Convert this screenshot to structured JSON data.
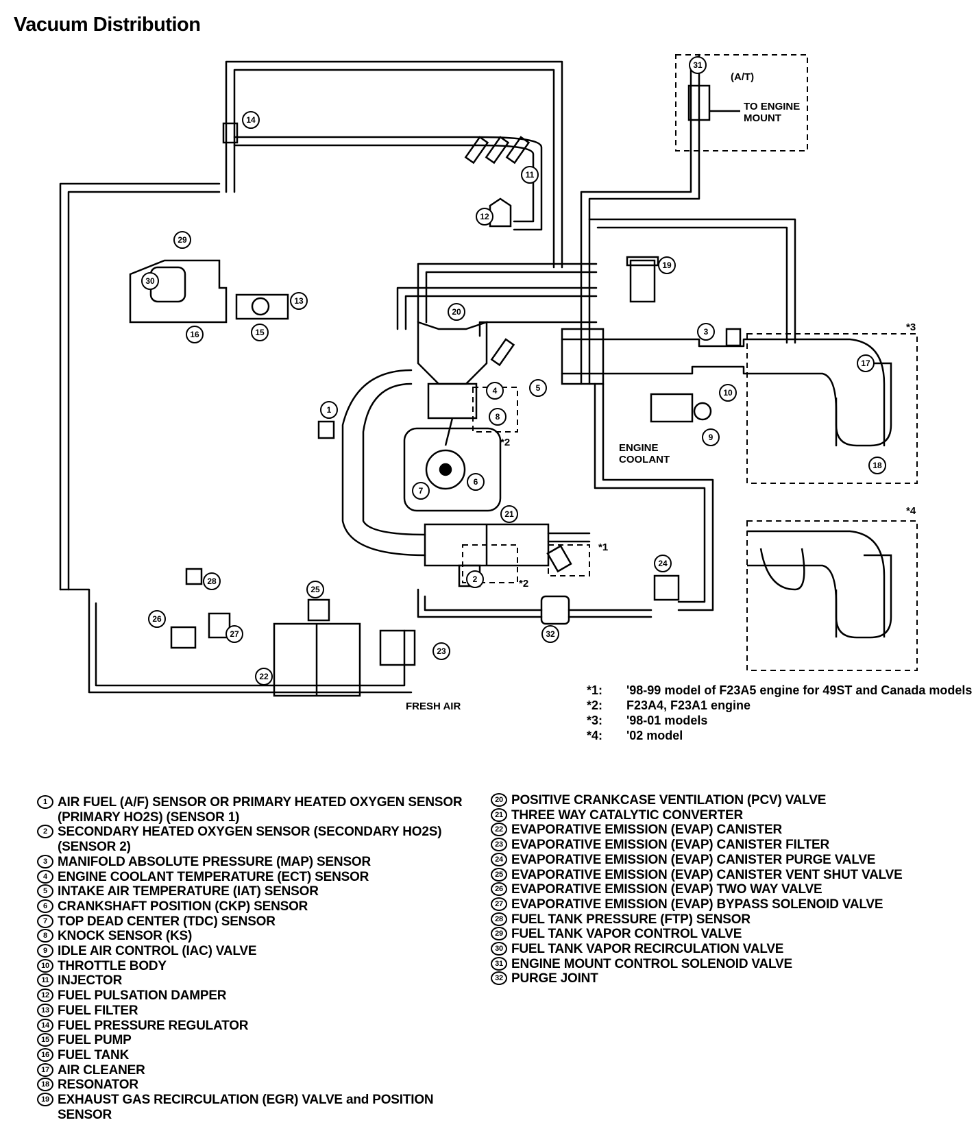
{
  "title": "Vacuum Distribution",
  "callouts": [
    "1",
    "2",
    "3",
    "4",
    "5",
    "6",
    "7",
    "8",
    "9",
    "10",
    "11",
    "12",
    "13",
    "14",
    "15",
    "16",
    "17",
    "18",
    "19",
    "20",
    "21",
    "22",
    "23",
    "24",
    "25",
    "26",
    "27",
    "28",
    "29",
    "30",
    "31",
    "32"
  ],
  "labels": {
    "at": "(A/T)",
    "to_engine_mount_1": "TO ENGINE",
    "to_engine_mount_2": "MOUNT",
    "engine_coolant_1": "ENGINE",
    "engine_coolant_2": "COOLANT",
    "fresh_air": "FRESH AIR",
    "star1": "*1",
    "star2a": "*2",
    "star2b": "*2",
    "star3": "*3",
    "star4": "*4"
  },
  "notes": [
    {
      "key": "*1:",
      "text": "'98-99 model of F23A5 engine for 49ST and Canada models"
    },
    {
      "key": "*2:",
      "text": "F23A4, F23A1 engine"
    },
    {
      "key": "*3:",
      "text": "'98-01 models"
    },
    {
      "key": "*4:",
      "text": "'02 model"
    }
  ],
  "legend_left": [
    {
      "num": "1",
      "text": "AIR FUEL (A/F) SENSOR OR PRIMARY HEATED OXYGEN SENSOR (PRIMARY HO2S) (SENSOR 1)"
    },
    {
      "num": "2",
      "text": "SECONDARY HEATED OXYGEN SENSOR (SECONDARY HO2S) (SENSOR 2)"
    },
    {
      "num": "3",
      "text": "MANIFOLD ABSOLUTE PRESSURE (MAP) SENSOR"
    },
    {
      "num": "4",
      "text": "ENGINE COOLANT TEMPERATURE (ECT) SENSOR"
    },
    {
      "num": "5",
      "text": "INTAKE AIR TEMPERATURE (IAT) SENSOR"
    },
    {
      "num": "6",
      "text": "CRANKSHAFT POSITION (CKP) SENSOR"
    },
    {
      "num": "7",
      "text": "TOP DEAD CENTER (TDC) SENSOR"
    },
    {
      "num": "8",
      "text": "KNOCK SENSOR (KS)"
    },
    {
      "num": "9",
      "text": "IDLE AIR CONTROL (IAC) VALVE"
    },
    {
      "num": "10",
      "text": "THROTTLE BODY"
    },
    {
      "num": "11",
      "text": "INJECTOR"
    },
    {
      "num": "12",
      "text": "FUEL PULSATION DAMPER"
    },
    {
      "num": "13",
      "text": "FUEL FILTER"
    },
    {
      "num": "14",
      "text": "FUEL PRESSURE REGULATOR"
    },
    {
      "num": "15",
      "text": "FUEL PUMP"
    },
    {
      "num": "16",
      "text": "FUEL TANK"
    },
    {
      "num": "17",
      "text": "AIR CLEANER"
    },
    {
      "num": "18",
      "text": "RESONATOR"
    },
    {
      "num": "19",
      "text": "EXHAUST GAS RECIRCULATION (EGR) VALVE and POSITION SENSOR"
    }
  ],
  "legend_right": [
    {
      "num": "20",
      "text": "POSITIVE CRANKCASE VENTILATION (PCV) VALVE"
    },
    {
      "num": "21",
      "text": "THREE WAY CATALYTIC CONVERTER"
    },
    {
      "num": "22",
      "text": "EVAPORATIVE EMISSION (EVAP) CANISTER"
    },
    {
      "num": "23",
      "text": "EVAPORATIVE EMISSION (EVAP) CANISTER FILTER"
    },
    {
      "num": "24",
      "text": "EVAPORATIVE EMISSION (EVAP) CANISTER PURGE VALVE"
    },
    {
      "num": "25",
      "text": "EVAPORATIVE EMISSION (EVAP) CANISTER VENT SHUT VALVE"
    },
    {
      "num": "26",
      "text": "EVAPORATIVE EMISSION (EVAP) TWO WAY VALVE"
    },
    {
      "num": "27",
      "text": "EVAPORATIVE EMISSION (EVAP) BYPASS SOLENOID VALVE"
    },
    {
      "num": "28",
      "text": "FUEL TANK PRESSURE (FTP) SENSOR"
    },
    {
      "num": "29",
      "text": "FUEL TANK VAPOR CONTROL VALVE"
    },
    {
      "num": "30",
      "text": "FUEL TANK VAPOR RECIRCULATION VALVE"
    },
    {
      "num": "31",
      "text": "ENGINE MOUNT CONTROL SOLENOID VALVE"
    },
    {
      "num": "32",
      "text": "PURGE JOINT"
    }
  ]
}
